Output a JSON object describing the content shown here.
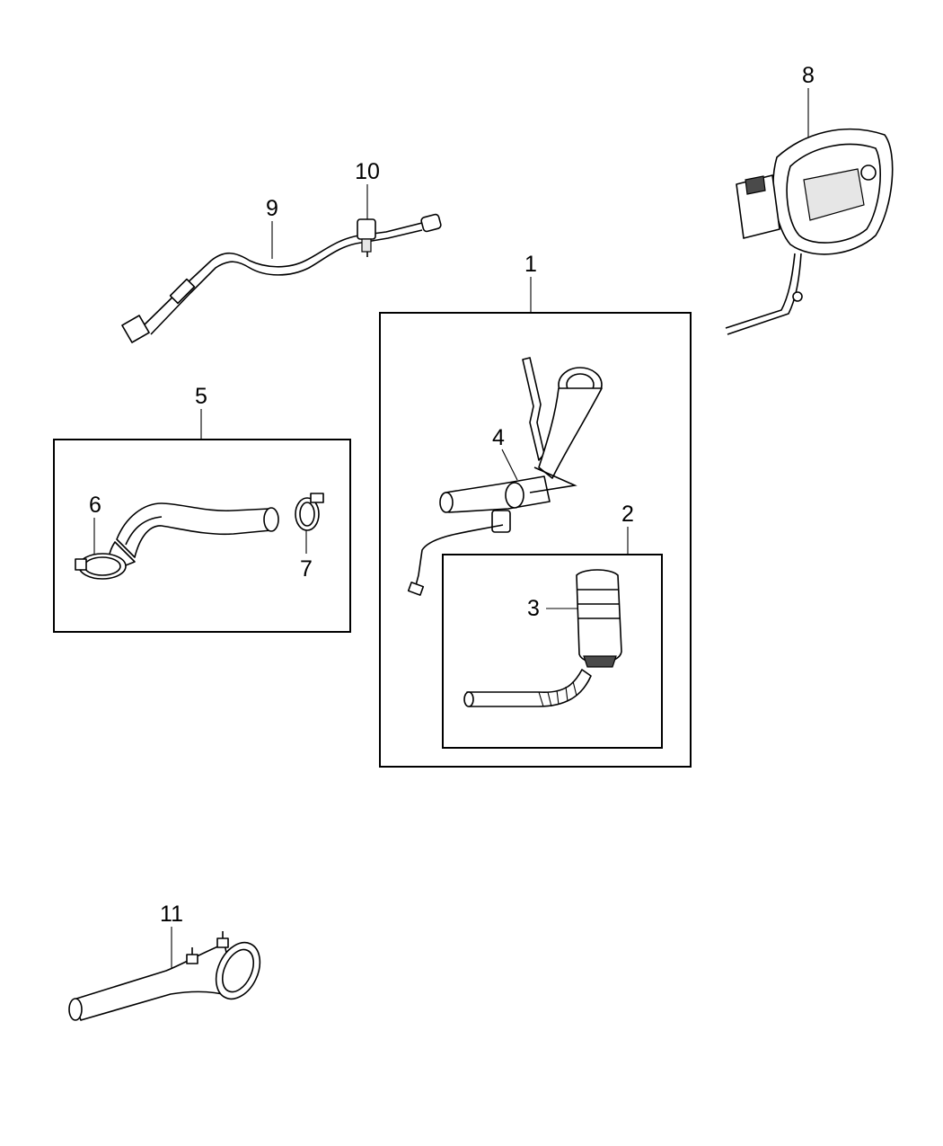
{
  "diagram": {
    "callouts": [
      {
        "id": "1",
        "text": "1"
      },
      {
        "id": "2",
        "text": "2"
      },
      {
        "id": "3",
        "text": "3"
      },
      {
        "id": "4",
        "text": "4"
      },
      {
        "id": "5",
        "text": "5"
      },
      {
        "id": "6",
        "text": "6"
      },
      {
        "id": "7",
        "text": "7"
      },
      {
        "id": "8",
        "text": "8"
      },
      {
        "id": "9",
        "text": "9"
      },
      {
        "id": "10",
        "text": "10"
      },
      {
        "id": "11",
        "text": "11"
      }
    ],
    "colors": {
      "line": "#000000",
      "background": "#ffffff"
    }
  }
}
